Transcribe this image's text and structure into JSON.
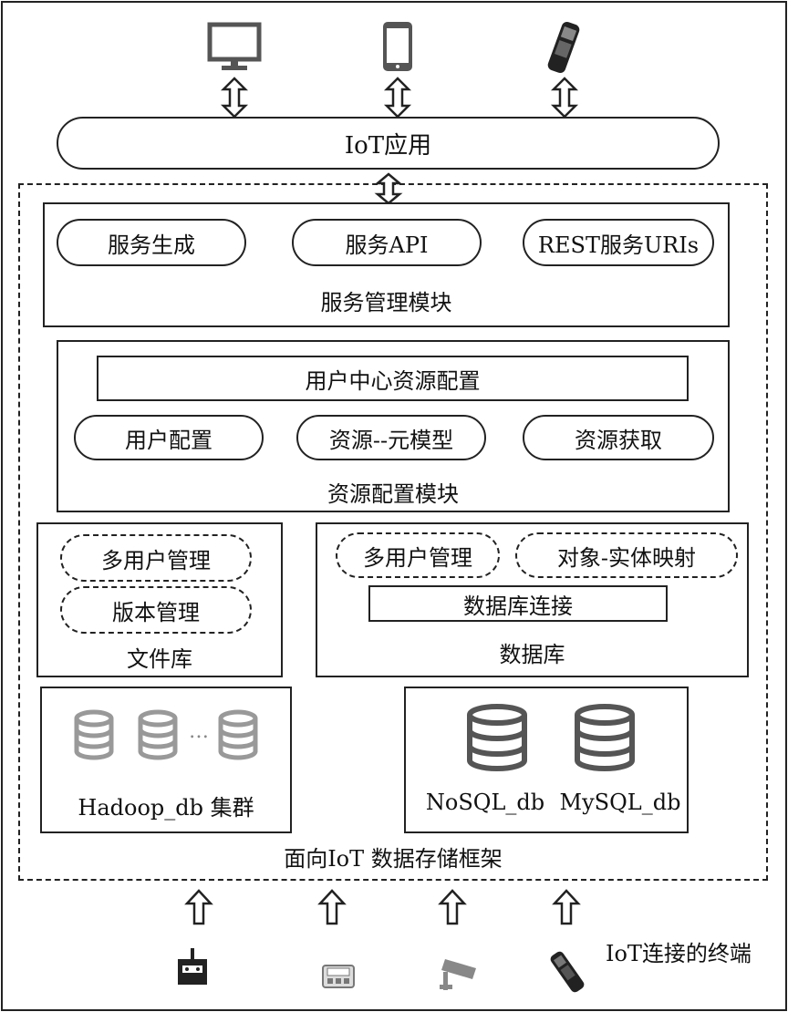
{
  "iot_app": "IoT应用",
  "service_module": {
    "items": [
      "服务生成",
      "服务API",
      "REST服务URIs"
    ],
    "title": "服务管理模块"
  },
  "resource_module": {
    "center": "用户中心资源配置",
    "items": [
      "用户配置",
      "资源--元模型",
      "资源获取"
    ],
    "title": "资源配置模块"
  },
  "file_lib": {
    "items": [
      "多用户管理",
      "版本管理"
    ],
    "title": "文件库"
  },
  "database": {
    "items": [
      "多用户管理",
      "对象-实体映射"
    ],
    "connect": "数据库连接",
    "title": "数据库"
  },
  "hadoop": {
    "ellipsis": "…",
    "label": "Hadoop_db 集群"
  },
  "nosql": {
    "labels": [
      "NoSQL_db",
      "MySQL_db"
    ]
  },
  "framework_title": "面向IoT 数据存储框架",
  "terminals_label": "IoT连接的终端",
  "top_icons": [
    "monitor-icon",
    "smartphone-icon",
    "handheld-scanner-icon"
  ],
  "bottom_icons": [
    "radio-device-icon",
    "plc-icon",
    "camera-icon",
    "handheld-scanner-icon"
  ]
}
